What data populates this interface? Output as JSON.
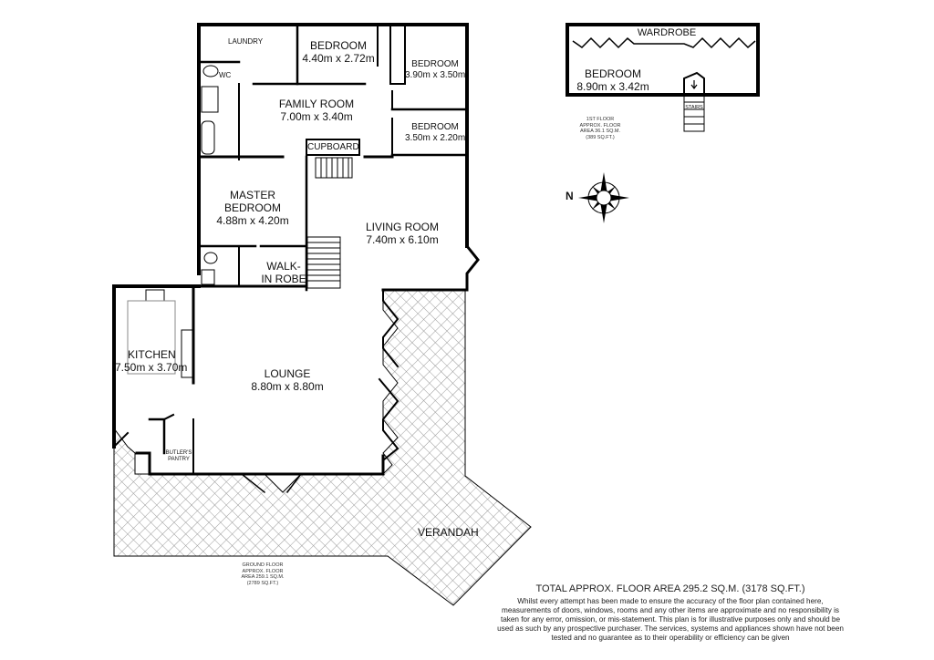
{
  "floor_plan": {
    "ground_floor": {
      "rooms": [
        {
          "id": "laundry",
          "name": "LAUNDRY",
          "dimensions": ""
        },
        {
          "id": "wc",
          "name": "WC",
          "dimensions": ""
        },
        {
          "id": "bedroom-1",
          "name": "BEDROOM",
          "dimensions": "4.40m x 2.72m"
        },
        {
          "id": "bedroom-2",
          "name": "BEDROOM",
          "dimensions": "3.90m x 3.50m"
        },
        {
          "id": "family-room",
          "name": "FAMILY ROOM",
          "dimensions": "7.00m x 3.40m"
        },
        {
          "id": "bedroom-3",
          "name": "BEDROOM",
          "dimensions": "3.50m x 2.20m"
        },
        {
          "id": "cupboard",
          "name": "CUPBOARD",
          "dimensions": ""
        },
        {
          "id": "master-bedroom",
          "name": "MASTER BEDROOM",
          "name_line1": "MASTER",
          "name_line2": "BEDROOM",
          "dimensions": "4.88m x 4.20m"
        },
        {
          "id": "walk-in-robe",
          "name": "WALK-IN ROBE",
          "name_line1": "WALK-",
          "name_line2": "IN ROBE",
          "dimensions": ""
        },
        {
          "id": "living-room",
          "name": "LIVING ROOM",
          "dimensions": "7.40m x 6.10m"
        },
        {
          "id": "kitchen",
          "name": "KITCHEN",
          "dimensions": "7.50m x 3.70m"
        },
        {
          "id": "lounge",
          "name": "LOUNGE",
          "dimensions": "8.80m x 8.80m"
        },
        {
          "id": "butlers-pantry",
          "name": "BUTLER'S PANTRY",
          "name_line1": "BUTLER'S",
          "name_line2": "PANTRY",
          "dimensions": ""
        },
        {
          "id": "verandah",
          "name": "VERANDAH",
          "dimensions": ""
        }
      ],
      "area_note": [
        "GROUND FLOOR",
        "APPROX. FLOOR",
        "AREA 259.1 SQ.M.",
        "(2789 SQ.FT.)"
      ]
    },
    "first_floor": {
      "rooms": [
        {
          "id": "wardrobe",
          "name": "WARDROBE",
          "dimensions": ""
        },
        {
          "id": "bedroom-upper",
          "name": "BEDROOM",
          "dimensions": "8.90m x 3.42m"
        },
        {
          "id": "stairs",
          "name": "STAIRS",
          "dimensions": ""
        }
      ],
      "area_note": [
        "1ST FLOOR",
        "APPROX. FLOOR",
        "AREA 36.1 SQ.M.",
        "(389 SQ.FT.)"
      ]
    },
    "compass": {
      "icon": "compass-rose-icon",
      "label": "N"
    },
    "total_area": "TOTAL APPROX. FLOOR AREA 295.2 SQ.M. (3178 SQ.FT.)",
    "disclaimer": "Whilst every attempt has been made to ensure the accuracy of the floor plan contained here, measurements of doors, windows, rooms and any other items are approximate and no responsibility is taken for any error, omission, or mis-statement. This plan is for illustrative purposes only and should be used as such by any prospective purchaser. The services, systems and appliances shown have not been tested and no guarantee as to their operability or efficiency can be given",
    "colors": {
      "wall": "#000000",
      "hatch": "#9a9a9a",
      "background": "#ffffff",
      "text": "#111111"
    }
  }
}
